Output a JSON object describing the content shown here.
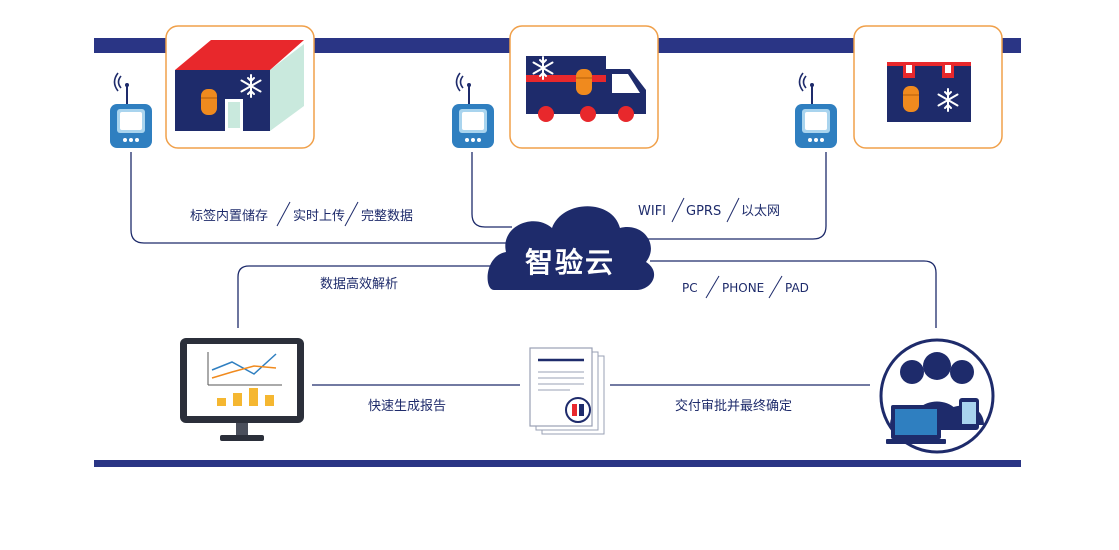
{
  "cloud": {
    "label": "智验云"
  },
  "labels": {
    "storage": [
      "标签内置储存",
      "实时上传",
      "完整数据"
    ],
    "network": [
      "WIFI",
      "GPRS",
      "以太网"
    ],
    "analysis": "数据高效解析",
    "devices": [
      "PC",
      "PHONE",
      "PAD"
    ],
    "report": "快速生成报告",
    "approval": "交付审批并最终确定"
  },
  "colors": {
    "navy": "#1e2b6b",
    "band": "#2a3585",
    "orange_frame": "#f0a04a",
    "tag_orange": "#f08a1e",
    "red": "#e8282c",
    "mint": "#c9e9dd",
    "device_blue": "#2f7fc0",
    "device_light": "#a9d4ee"
  },
  "icons": [
    "cold-room-icon",
    "refrigerated-truck-icon",
    "cold-box-icon",
    "temperature-logger-icon",
    "cloud-icon",
    "monitor-chart-icon",
    "report-document-icon",
    "users-devices-icon"
  ]
}
